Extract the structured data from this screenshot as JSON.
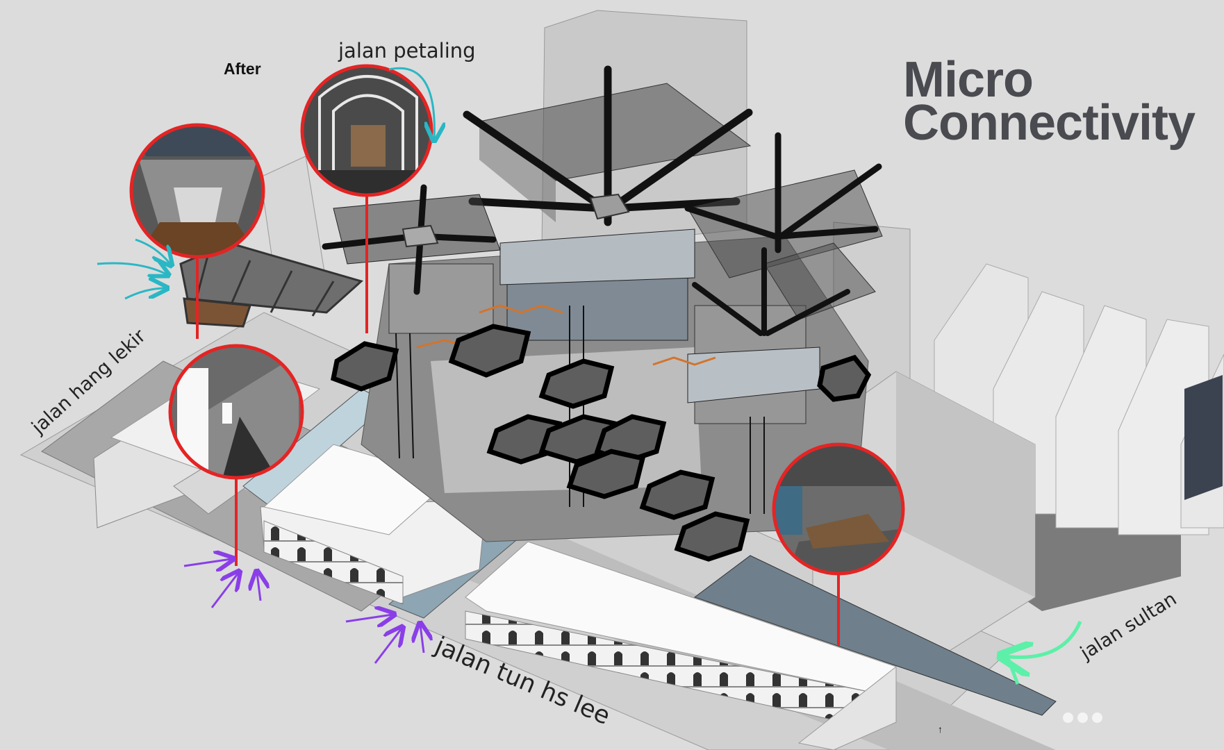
{
  "title": {
    "line1": "Micro",
    "line2": "Connectivity"
  },
  "label_after": "After",
  "streets": {
    "petaling": "jalan petaling",
    "hang_lekir": "jalan hang lekir",
    "tun_hs_lee": "jalan tun hs lee",
    "sultan": "jalan sultan"
  },
  "colors": {
    "background": "#dcdcdc",
    "callout_ring": "#e42424",
    "arrow_cyan": "#2ab7c4",
    "arrow_purple": "#8a3ee8",
    "arrow_green": "#5cf0a8",
    "title": "#4a4b50"
  },
  "icons": [
    "more-dots-icon",
    "arrow-icon"
  ]
}
